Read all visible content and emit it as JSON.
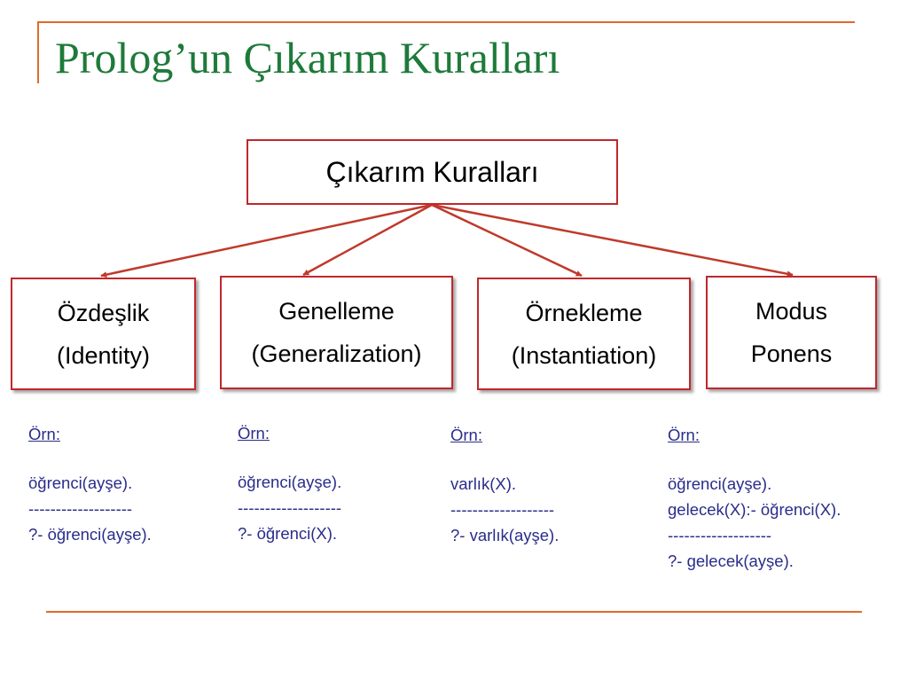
{
  "slide": {
    "title": "Prolog’un Çıkarım Kuralları",
    "accent_color": "#e06a2c",
    "title_color": "#1e7a3a",
    "box_border_color": "#c0272d",
    "example_text_color": "#2a2d8a"
  },
  "diagram": {
    "root": "Çıkarım Kuralları",
    "children": [
      {
        "line1": "Özdeşlik",
        "line2": "(Identity)"
      },
      {
        "line1": "Genelleme",
        "line2": "(Generalization)"
      },
      {
        "line1": "Örnekleme",
        "line2": "(Instantiation)"
      },
      {
        "line1": "Modus",
        "line2": "Ponens"
      }
    ]
  },
  "examples": [
    {
      "label": "Örn:",
      "lines": [
        "öğrenci(ayşe).",
        "-------------------",
        "?- öğrenci(ayşe)."
      ]
    },
    {
      "label": "Örn:",
      "lines": [
        "öğrenci(ayşe).",
        "-------------------",
        "?- öğrenci(X)."
      ]
    },
    {
      "label": "Örn:",
      "lines": [
        "varlık(X).",
        "-------------------",
        "?- varlık(ayşe)."
      ]
    },
    {
      "label": "Örn:",
      "lines": [
        "öğrenci(ayşe).",
        "gelecek(X):- öğrenci(X).",
        "-------------------",
        "?- gelecek(ayşe)."
      ]
    }
  ]
}
